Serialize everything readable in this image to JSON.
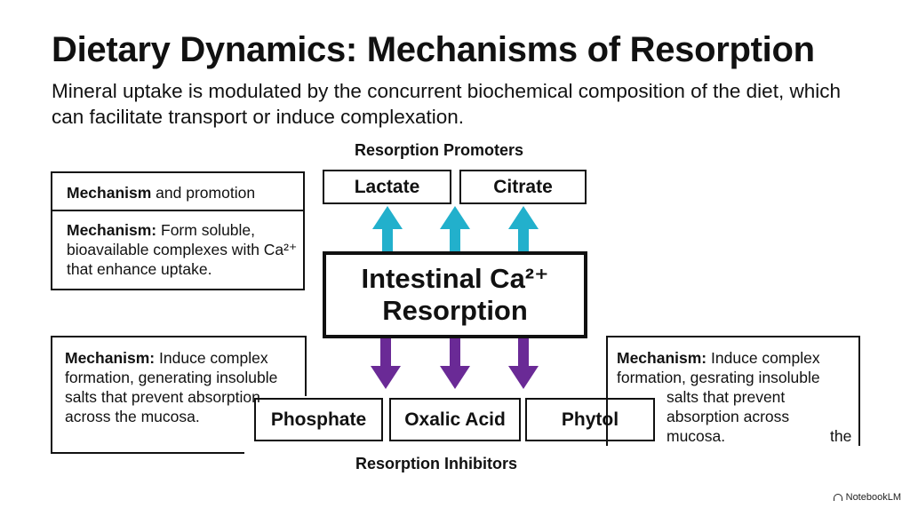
{
  "header": {
    "title": "Dietary Dynamics: Mechanisms of Resorption",
    "subtitle": "Mineral uptake is modulated by the concurrent biochemical composition of the diet, which can facilitate transport or induce complexation."
  },
  "promoters": {
    "label": "Resorption Promoters",
    "items": [
      "Lactate",
      "Citrate"
    ]
  },
  "center": {
    "line1": "Intestinal Ca²⁺",
    "line2": "Resorption"
  },
  "inhibitors": {
    "label": "Resorption Inhibitors",
    "items": [
      "Phosphate",
      "Oxalic Acid",
      "Phytol"
    ]
  },
  "left_top_panel": {
    "header_bold": "Mechanism",
    "header_rest": " and promotion",
    "body_bold": "Mechanism:",
    "body_rest": " Form soluble, bioavailable complexes with Ca²⁺ that enhance uptake."
  },
  "left_bottom_panel": {
    "body_bold": "Mechanism:",
    "body_rest": " Induce complex formation, generating insoluble salts that prevent absorption across the mucosa."
  },
  "right_panel": {
    "line1_bold": "Mechanism:",
    "line1_rest": " Induce complex",
    "line2": "formation, gesrating insoluble",
    "line3": "salts that prevent",
    "line4": "absorption across",
    "line5a": "mucosa.",
    "line5b": "the"
  },
  "colors": {
    "promoter_arrow": "#22b0cc",
    "inhibitor_arrow": "#6a2a96"
  },
  "brand": {
    "label": "NotebookLM"
  }
}
